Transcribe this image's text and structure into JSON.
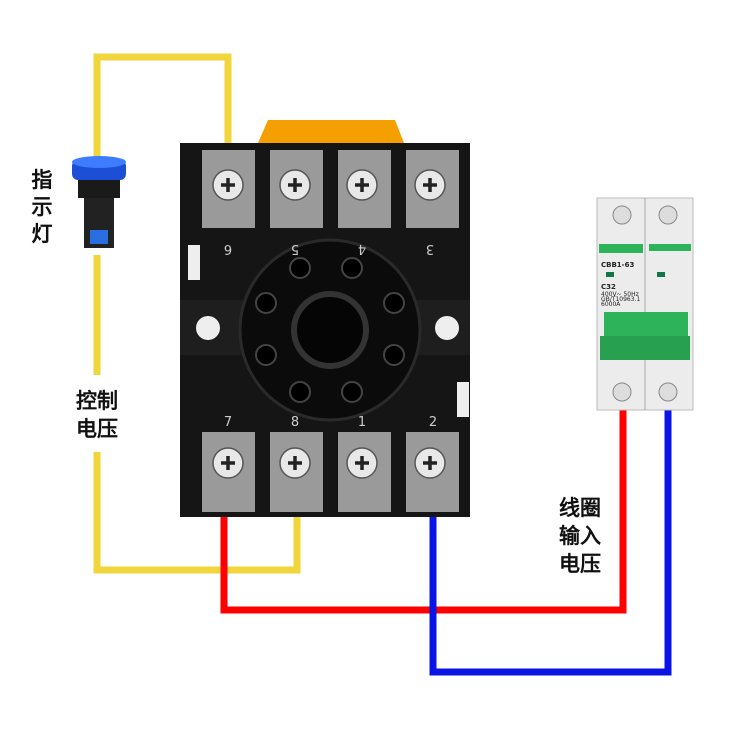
{
  "labels": {
    "indicator_light": [
      "指",
      "示",
      "灯"
    ],
    "control_voltage": [
      "控制",
      "电压"
    ],
    "coil_input_voltage": [
      "线圈",
      "输入",
      "电压"
    ]
  },
  "socket": {
    "top_terminals": [
      "6",
      "5",
      "4",
      "3"
    ],
    "bottom_terminals": [
      "7",
      "8",
      "1",
      "2"
    ]
  },
  "breaker": {
    "model": "CBB1-63",
    "rating": "C32",
    "voltage": "400V~ 50Hz",
    "standard": "GB/T10963.1",
    "breaking_capacity": "6000A"
  },
  "colors": {
    "control_wire": "#f0d63a",
    "coil_live": "#ff0000",
    "coil_neutral": "#0a14e6",
    "socket": "#151515",
    "tab": "#f5a000",
    "breaker_green": "#2db35a"
  }
}
